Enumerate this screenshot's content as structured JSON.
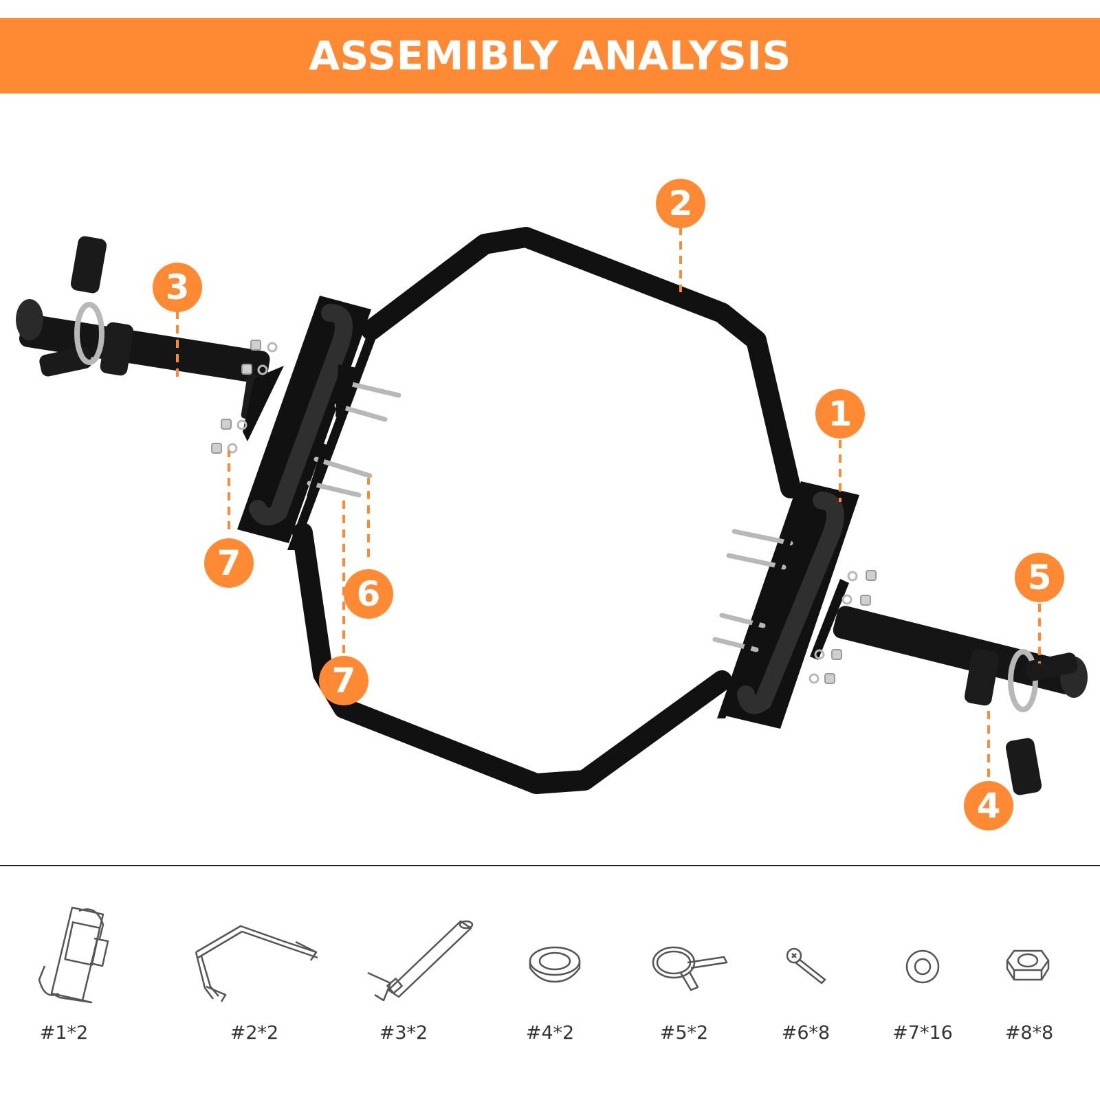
{
  "banner": {
    "title": "ASSEMIBLY ANALYSIS"
  },
  "colors": {
    "accent": "#ff8a33",
    "bar": "#111111",
    "steel": "#b8b8b8"
  },
  "callouts": [
    "2",
    "3",
    "1",
    "5",
    "7",
    "6",
    "7",
    "4"
  ],
  "parts": [
    {
      "label": "#1*2",
      "icon": "handle-bracket-icon"
    },
    {
      "label": "#2*2",
      "icon": "hex-frame-half-icon"
    },
    {
      "label": "#3*2",
      "icon": "sleeve-tube-icon"
    },
    {
      "label": "#4*2",
      "icon": "collar-ring-icon"
    },
    {
      "label": "#5*2",
      "icon": "spring-clip-icon"
    },
    {
      "label": "#6*8",
      "icon": "bolt-icon"
    },
    {
      "label": "#7*16",
      "icon": "washer-icon"
    },
    {
      "label": "#8*8",
      "icon": "hex-nut-icon"
    }
  ]
}
